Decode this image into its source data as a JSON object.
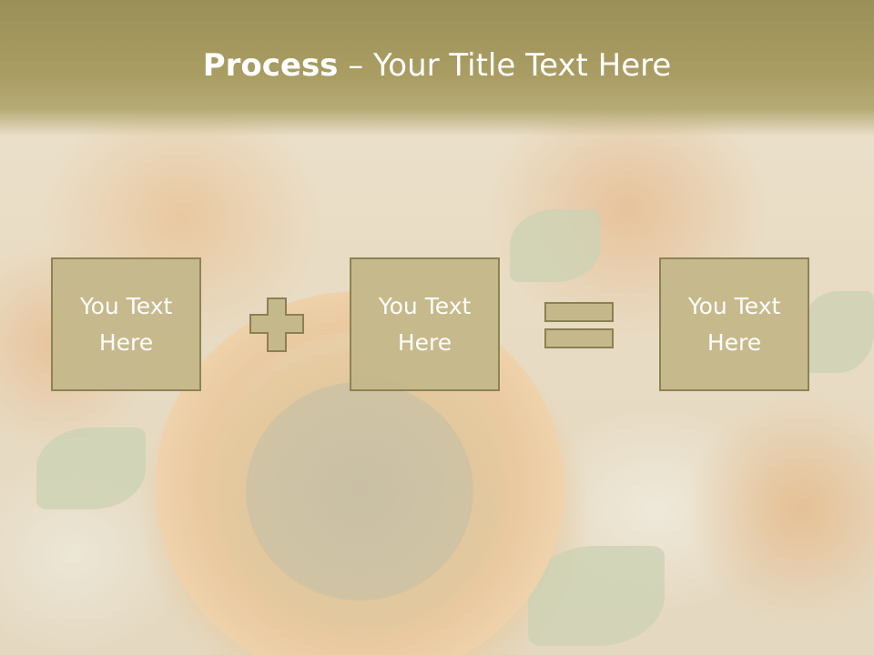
{
  "slide": {
    "title_bold": "Process",
    "title_rest": " – Your Title Text Here"
  },
  "process": {
    "steps": [
      {
        "text": "You Text\nHere"
      },
      {
        "text": "You Text\nHere"
      },
      {
        "text": "You Text\nHere"
      }
    ],
    "operators": [
      "plus-icon",
      "equals-icon"
    ]
  },
  "colors": {
    "title_bar": "#a99d63",
    "box_fill": "#c5b98c",
    "box_border": "#8a8152",
    "text": "#ffffff"
  }
}
